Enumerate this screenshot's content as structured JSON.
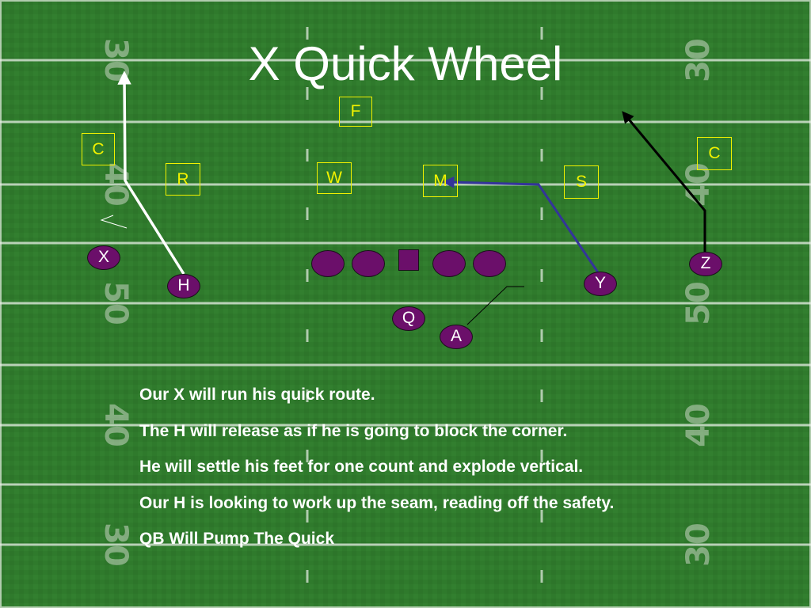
{
  "slide": {
    "title": "X Quick Wheel",
    "yard_numbers": {
      "n30": "30",
      "n40": "40",
      "n50": "50"
    }
  },
  "defenders": {
    "free_safety": "F",
    "left_corner": "C",
    "right_corner": "C",
    "rover": "R",
    "will": "W",
    "mike": "M",
    "sam": "S"
  },
  "offense": {
    "x": "X",
    "h": "H",
    "y": "Y",
    "z": "Z",
    "q": "Q",
    "a": "A"
  },
  "notes": [
    "Our X will run his quick route.",
    "The H will release as if he is going to block the corner.",
    "He will settle his feet for one count and explode vertical.",
    "Our H is looking to work up the seam, reading off the safety.",
    "QB Will Pump The Quick"
  ],
  "colors": {
    "field": "#2f7a2c",
    "yard_line": "#e8efe6",
    "defender": "#f2f200",
    "player_fill": "#6b0f6a",
    "route_h": "#ffffff",
    "route_y": "#34349a",
    "route_z": "#000000",
    "text": "#ffffff"
  }
}
